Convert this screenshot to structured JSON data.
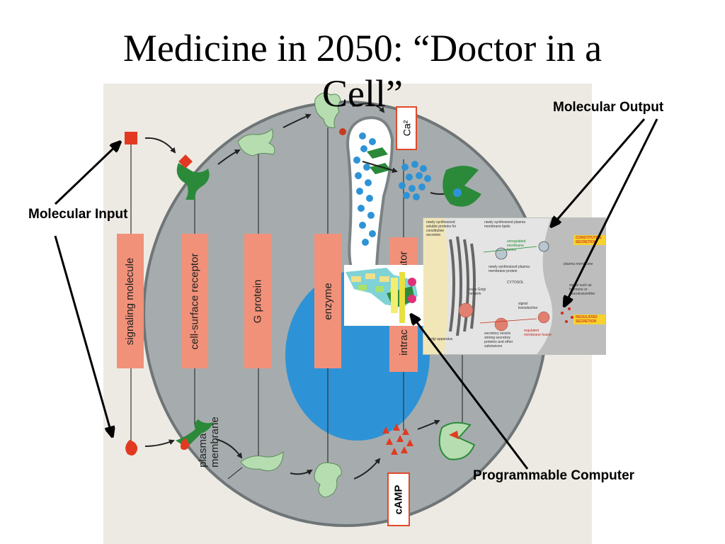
{
  "slide": {
    "title_line1": "Medicine in 2050: “Doctor in a",
    "title_line2": "Cell”"
  },
  "labels": {
    "molecular_output": "Molecular Output",
    "molecular_input": "Molecular Input",
    "programmable_computer": "Programmable Computer"
  },
  "cell_diagram": {
    "bars": {
      "signaling_molecule": "signaling molecule",
      "cell_surface_receptor": "cell-surface receptor",
      "g_protein": "G protein",
      "enzyme": "enzyme",
      "intracellular": "intrac",
      "intracellular_mediator": "ator"
    },
    "membrane_line1": "plasma",
    "membrane_line2": "membrane",
    "ca_label": "Ca²",
    "camp_label": "cAMP"
  },
  "inset": {
    "texts": {
      "newly_synth_proteins": "newly synthesized soluble proteins for constitutive secretion",
      "newly_synth_lipids": "newly synthesized plasma membrane lipids",
      "unregulated_fusion": "unregulated membrane fusion",
      "constitutive_secretion": "CONSTITUTIVE SECRETION",
      "plasma_membrane": "plasma membrane",
      "membrane_protein": "newly synthesized plasma membrane protein",
      "cytosol": "CYTOSOL",
      "signal_hormone": "signal such as hormone or neurotransmitter",
      "trans_golgi": "trans Golgi network",
      "signal_transduction": "signal transduction",
      "regulated_secretion": "REGULATED SECRETION",
      "golgi": "Golgi apparatus",
      "secretory_vesicle": "secretory vesicle storing secretory proteins and other substances",
      "regulated_fusion": "regulated membrane fusion"
    }
  },
  "colors": {
    "bar_fill": "#f2917a",
    "cell_fill": "#a6acad",
    "nucleus": "#2e93d6",
    "receptor_green": "#2a8a3a",
    "pale_green": "#b6ddb0",
    "signal_red": "#e23a22"
  }
}
